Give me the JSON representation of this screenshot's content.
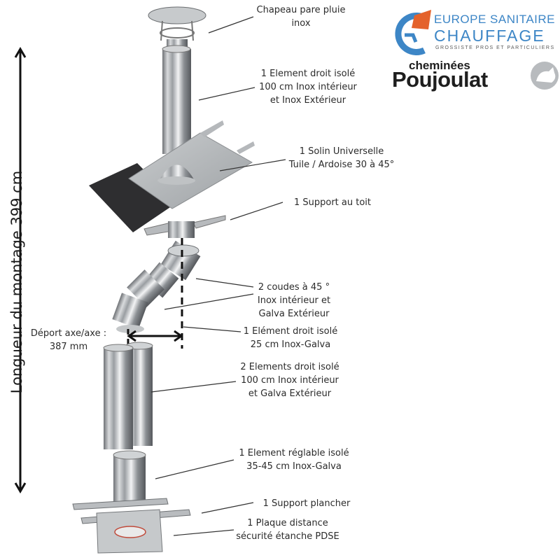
{
  "brand_primary": {
    "line1": "EUROPE SANITAIRE",
    "line2": "CHAUFFAGE",
    "tagline": "GROSSISTE PROS ET PARTICULIERS",
    "colors": {
      "blue": "#3d86c6",
      "orange": "#e4622b"
    }
  },
  "brand_secondary": {
    "line1": "cheminées",
    "line2": "Poujoulat",
    "icon": "cat-emblem-icon"
  },
  "measure": {
    "total_label": "Longueur du montage  399 cm",
    "offset_label": "Déport axe/axe :\n387 mm"
  },
  "components": [
    {
      "id": "chapeau",
      "label": "Chapeau pare pluie\ninox"
    },
    {
      "id": "element-100-top",
      "label": "1 Element droit isolé\n100 cm Inox intérieur\net Inox Extérieur"
    },
    {
      "id": "solin",
      "label": "1 Solin Universelle\nTuile / Ardoise 30 à 45°"
    },
    {
      "id": "support-toit",
      "label": "1 Support au toit"
    },
    {
      "id": "coudes",
      "label": "2 coudes à 45 °\nInox intérieur et\nGalva Extérieur"
    },
    {
      "id": "element-25",
      "label": "1 Elément droit isolé\n25 cm Inox-Galva"
    },
    {
      "id": "elements-100",
      "label": "2 Elements droit isolé\n100 cm Inox intérieur\net Galva Extérieur"
    },
    {
      "id": "element-reglable",
      "label": "1 Element réglable isolé\n35-45 cm Inox-Galva"
    },
    {
      "id": "support-plancher",
      "label": "1 Support plancher"
    },
    {
      "id": "plaque",
      "label": "1 Plaque distance\nsécurité étanche PDSE"
    }
  ]
}
